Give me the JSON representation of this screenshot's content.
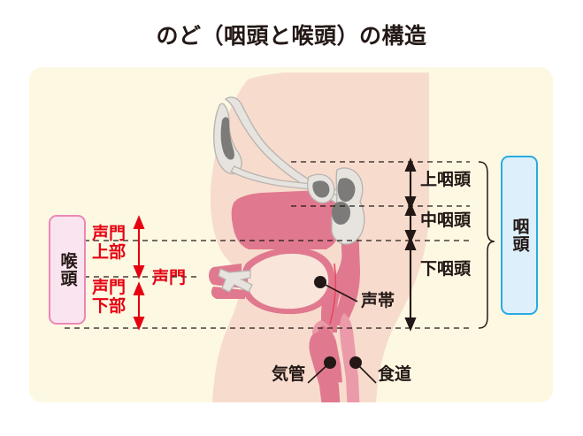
{
  "figure": {
    "title": "のど（咽頭と喉頭）の構造",
    "panel_color": "#fdf8e2",
    "title_color": "#231815"
  },
  "boxes": {
    "larynx": {
      "label": "喉頭",
      "fill": "#fae4ef",
      "border": "#ec87b6"
    },
    "pharynx": {
      "label": "咽頭",
      "fill": "#dceffb",
      "border": "#29abe2"
    }
  },
  "pharynx_segments": [
    {
      "label": "上咽頭"
    },
    {
      "label": "中咽頭"
    },
    {
      "label": "下咽頭"
    }
  ],
  "larynx_segments": [
    {
      "label_line1": "声門",
      "label_line2": "上部"
    },
    {
      "label_line1": "声門",
      "label_line2": "下部"
    }
  ],
  "glottis_label": "声門",
  "callouts": [
    {
      "label": "声帯"
    },
    {
      "label": "気管"
    },
    {
      "label": "食道"
    }
  ],
  "colors": {
    "skin": "#f7dccd",
    "skin_light": "#f9e3d6",
    "mucosa": "#e0798f",
    "mucosa_light": "#eb9aa9",
    "cartilage": "#e7e4e0",
    "cartilage_shadow": "#7c7b79",
    "dash": "#231815",
    "red": "#e60012",
    "dot": "#231815"
  }
}
